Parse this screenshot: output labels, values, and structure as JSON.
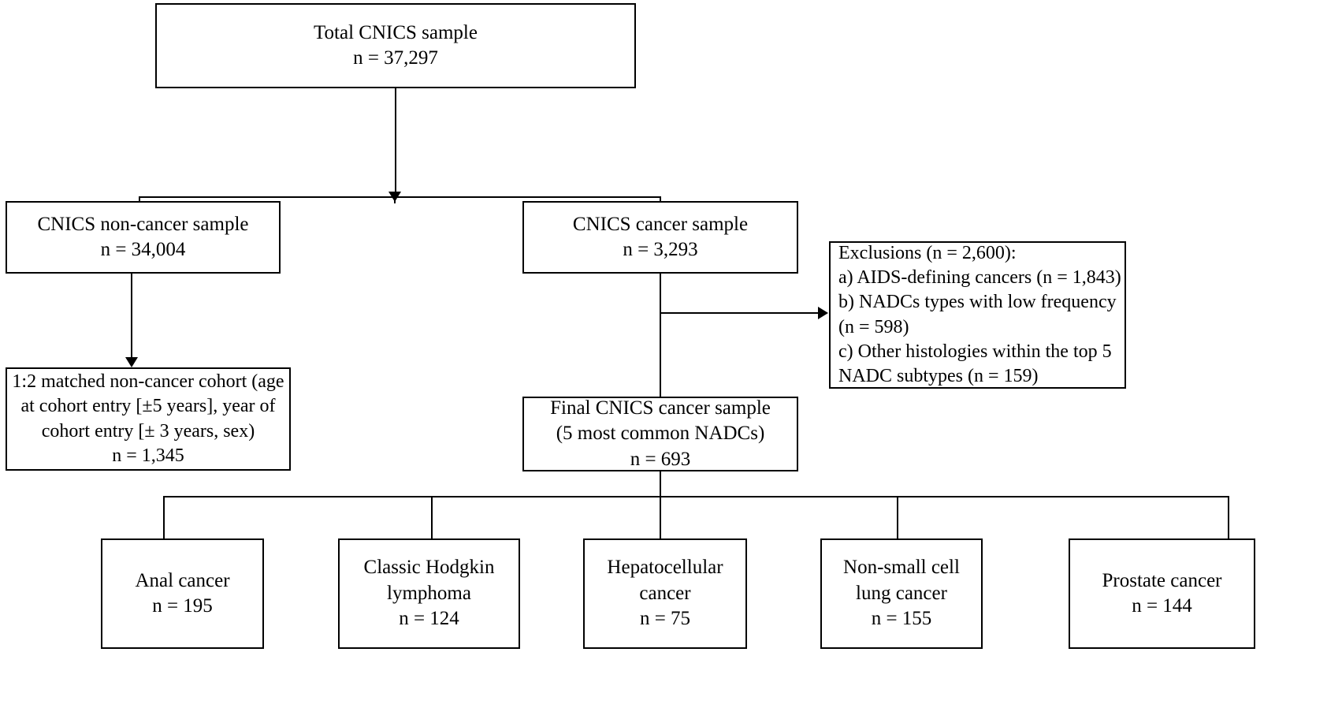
{
  "diagram": {
    "title": "CNICS cancer cohort selection flow diagram",
    "type": "flowchart",
    "stroke_color": "#000000",
    "background_color": "#ffffff",
    "nodes": {
      "total_sample": {
        "line1": "Total CNICS sample",
        "line2": "n = 37,297"
      },
      "non_cancer_sample": {
        "line1": "CNICS non-cancer sample",
        "line2": "n = 34,004"
      },
      "cancer_sample": {
        "line1": "CNICS cancer sample",
        "line2": "n = 3,293"
      },
      "exclusions": {
        "line1": "Exclusions (n = 2,600):",
        "line2": "a) AIDS-defining cancers (n = 1,843)",
        "line3": "b) NADCs types with low frequency",
        "line4": "(n = 598)",
        "line5": "c) Other histologies within the top 5",
        "line6": "NADC subtypes (n = 159)"
      },
      "matched_cohort": {
        "line1": "1:2 matched non-cancer cohort (age",
        "line2": "at cohort entry [±5 years], year of",
        "line3": "cohort entry [± 3 years, sex)",
        "line4": "n = 1,345"
      },
      "final_cancer_sample": {
        "line1": "Final CNICS cancer sample",
        "line2": "(5 most common NADCs)",
        "line3": "n = 693"
      },
      "anal_cancer": {
        "line1": "Anal cancer",
        "line2": "n = 195"
      },
      "hodgkin_lymphoma": {
        "line1": "Classic Hodgkin",
        "line2": "lymphoma",
        "line3": "n = 124"
      },
      "hepatocellular_cancer": {
        "line1": "Hepatocellular",
        "line2": "cancer",
        "line3": "n = 75"
      },
      "nsclc": {
        "line1": "Non-small cell",
        "line2": "lung cancer",
        "line3": "n = 155"
      },
      "prostate_cancer": {
        "line1": "Prostate cancer",
        "line2": "n = 144"
      }
    }
  }
}
